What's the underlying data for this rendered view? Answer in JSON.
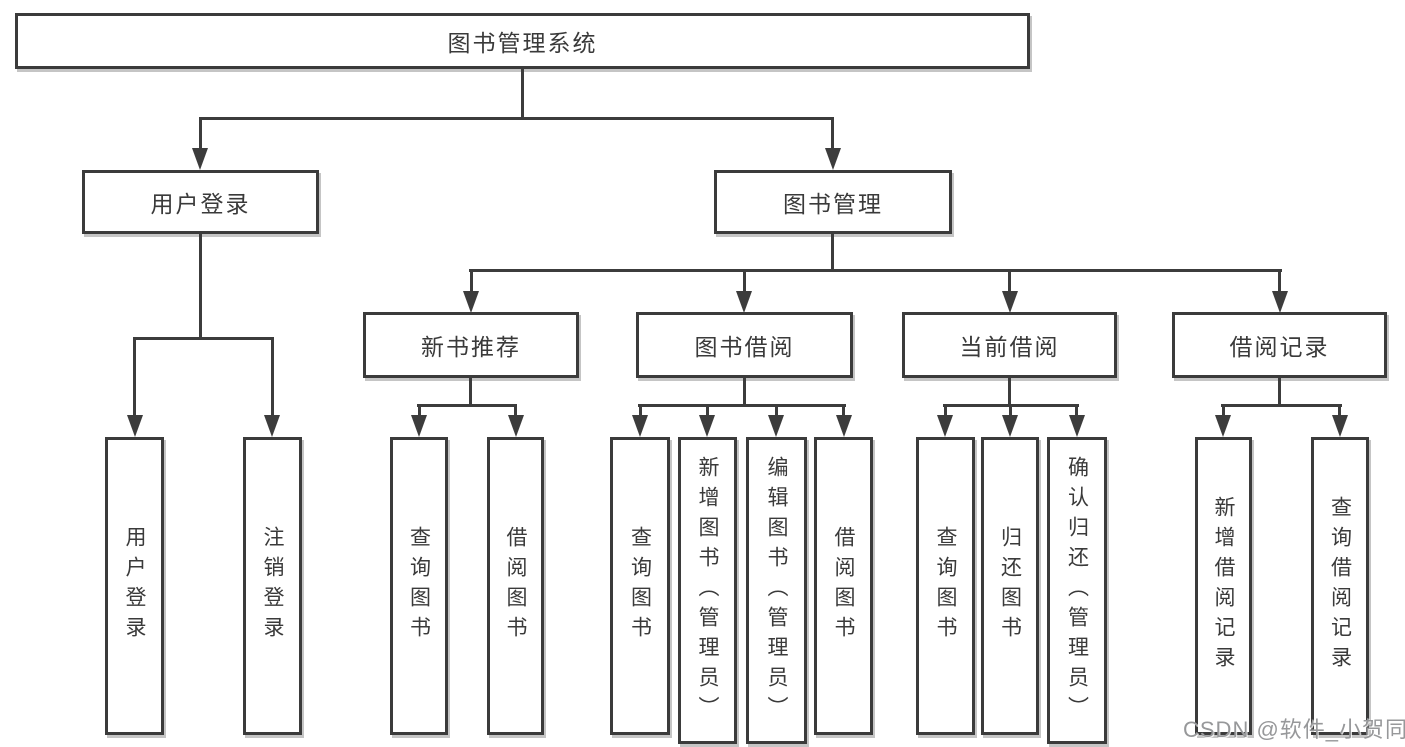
{
  "nodes": {
    "root": "图书管理系统",
    "level2": [
      "用户登录",
      "图书管理"
    ],
    "level3": [
      "新书推荐",
      "图书借阅",
      "当前借阅",
      "借阅记录"
    ],
    "leaves": [
      "用户登录",
      "注销登录",
      "查询图书",
      "借阅图书",
      "查询图书",
      "新增图书（管理员）",
      "编辑图书（管理员）",
      "借阅图书",
      "查询图书",
      "归还图书",
      "确认归还（管理员）",
      "新增借阅记录",
      "查询借阅记录"
    ]
  },
  "watermark": "CSDN @软件_小贺同学",
  "colors": {
    "line": "#3c3c3c",
    "text": "#3a3a3a",
    "box_border": "#3b3b3b",
    "box_bg": "#ffffff",
    "watermark": "#97989a",
    "background": "#ffffff"
  }
}
